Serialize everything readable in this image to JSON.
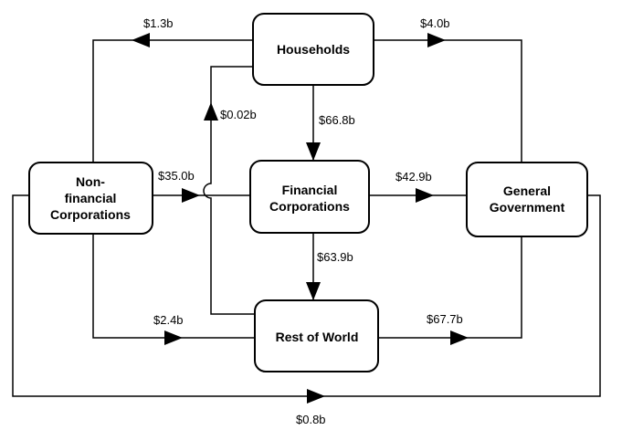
{
  "nodes": {
    "households": [
      "Households"
    ],
    "nonfinancial": [
      "Non-",
      "financial",
      "Corporations"
    ],
    "financial": [
      "Financial",
      "Corporations"
    ],
    "government": [
      "General",
      "Government"
    ],
    "rest_of_world": [
      "Rest of World"
    ]
  },
  "flows": {
    "households_to_nonfinancial": "$1.3b",
    "households_to_government": "$4.0b",
    "households_to_rest_of_world": "$0.02b",
    "households_to_financial": "$66.8b",
    "nonfinancial_to_financial": "$35.0b",
    "financial_to_government": "$42.9b",
    "financial_to_rest_of_world": "$63.9b",
    "nonfinancial_to_rest_of_world": "$2.4b",
    "rest_of_world_to_government": "$67.7b",
    "government_to_nonfinancial": "$0.8b"
  }
}
